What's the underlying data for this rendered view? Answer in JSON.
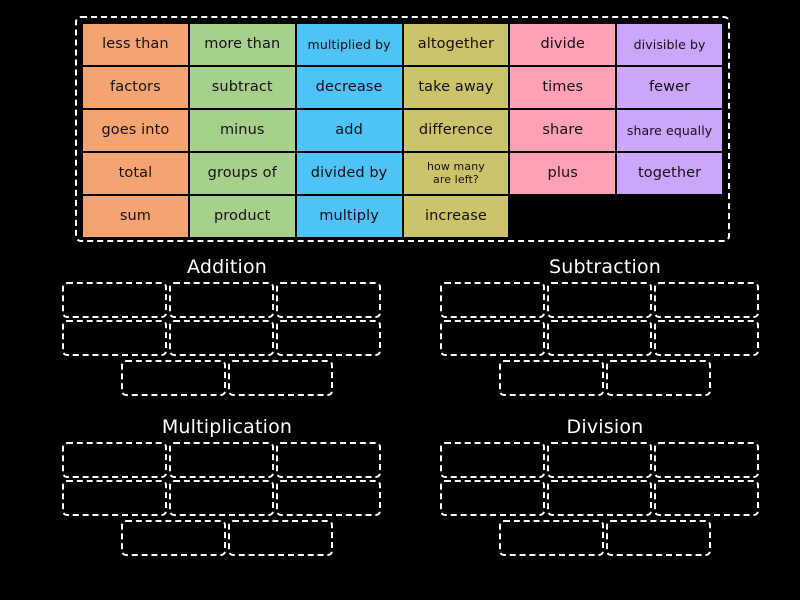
{
  "background_color": "#000000",
  "word_bank": {
    "label": "word-bank",
    "border_color": "#ffffff",
    "columns": 6,
    "palette": {
      "orange": "#F4A471",
      "green": "#A8D08D",
      "blue": "#4FC3F7",
      "olive": "#CCC46B",
      "pink": "#FFA1B4",
      "purple": "#CBA6FB"
    },
    "tiles": [
      {
        "text": "less than",
        "color": "#F4A471",
        "size": "normal"
      },
      {
        "text": "more than",
        "color": "#A8D08D",
        "size": "normal"
      },
      {
        "text": "multiplied by",
        "color": "#4FC3F7",
        "size": "tight"
      },
      {
        "text": "altogether",
        "color": "#CCC46B",
        "size": "normal"
      },
      {
        "text": "divide",
        "color": "#FFA1B4",
        "size": "normal"
      },
      {
        "text": "divisible by",
        "color": "#CBA6FB",
        "size": "tight"
      },
      {
        "text": "factors",
        "color": "#F4A471",
        "size": "normal"
      },
      {
        "text": "subtract",
        "color": "#A8D08D",
        "size": "normal"
      },
      {
        "text": "decrease",
        "color": "#4FC3F7",
        "size": "normal"
      },
      {
        "text": "take away",
        "color": "#CCC46B",
        "size": "normal"
      },
      {
        "text": "times",
        "color": "#FFA1B4",
        "size": "normal"
      },
      {
        "text": "fewer",
        "color": "#CBA6FB",
        "size": "normal"
      },
      {
        "text": "goes into",
        "color": "#F4A471",
        "size": "normal"
      },
      {
        "text": "minus",
        "color": "#A8D08D",
        "size": "normal"
      },
      {
        "text": "add",
        "color": "#4FC3F7",
        "size": "normal"
      },
      {
        "text": "difference",
        "color": "#CCC46B",
        "size": "normal"
      },
      {
        "text": "share",
        "color": "#FFA1B4",
        "size": "normal"
      },
      {
        "text": "share equally",
        "color": "#CBA6FB",
        "size": "tight"
      },
      {
        "text": "total",
        "color": "#F4A471",
        "size": "normal"
      },
      {
        "text": "groups of",
        "color": "#A8D08D",
        "size": "normal"
      },
      {
        "text": "divided by",
        "color": "#4FC3F7",
        "size": "normal"
      },
      {
        "text": "how many\nare left?",
        "color": "#CCC46B",
        "size": "small"
      },
      {
        "text": "plus",
        "color": "#FFA1B4",
        "size": "normal"
      },
      {
        "text": "together",
        "color": "#CBA6FB",
        "size": "normal"
      },
      {
        "text": "sum",
        "color": "#F4A471",
        "size": "normal"
      },
      {
        "text": "product",
        "color": "#A8D08D",
        "size": "normal"
      },
      {
        "text": "multiply",
        "color": "#4FC3F7",
        "size": "normal"
      },
      {
        "text": "increase",
        "color": "#CCC46B",
        "size": "normal"
      },
      {
        "text": "",
        "color": "transparent",
        "size": "empty"
      },
      {
        "text": "",
        "color": "transparent",
        "size": "empty"
      }
    ]
  },
  "categories": [
    {
      "id": "addition",
      "title": "Addition",
      "zone_rows": [
        3,
        3,
        2
      ],
      "zones_total": 8
    },
    {
      "id": "subtraction",
      "title": "Subtraction",
      "zone_rows": [
        3,
        3,
        2
      ],
      "zones_total": 8
    },
    {
      "id": "multiplication",
      "title": "Multiplication",
      "zone_rows": [
        3,
        3,
        2
      ],
      "zones_total": 8
    },
    {
      "id": "division",
      "title": "Division",
      "zone_rows": [
        3,
        3,
        2
      ],
      "zones_total": 8
    }
  ]
}
